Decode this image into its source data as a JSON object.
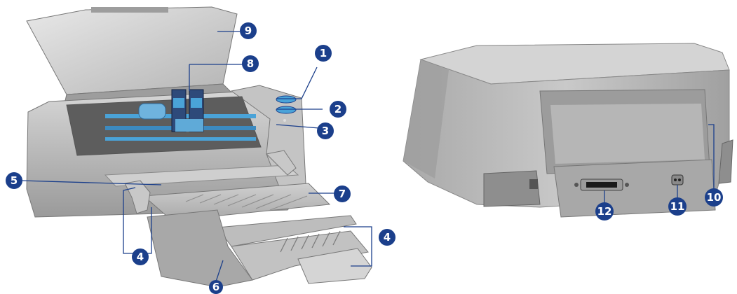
{
  "colors": {
    "callout": "#1b3f8b",
    "printer_body": "#b9b9b9",
    "printer_shadow": "#8e8e8e",
    "accent_blue": "#4aa3d8"
  },
  "callouts": [
    {
      "id": "1",
      "label": "1"
    },
    {
      "id": "2",
      "label": "2"
    },
    {
      "id": "3",
      "label": "3"
    },
    {
      "id": "4a",
      "label": "4"
    },
    {
      "id": "4b",
      "label": "4"
    },
    {
      "id": "5",
      "label": "5"
    },
    {
      "id": "6",
      "label": "6"
    },
    {
      "id": "7",
      "label": "7"
    },
    {
      "id": "8",
      "label": "8"
    },
    {
      "id": "9",
      "label": "9"
    },
    {
      "id": "10",
      "label": "10"
    },
    {
      "id": "11",
      "label": "11"
    },
    {
      "id": "12",
      "label": "12"
    }
  ]
}
